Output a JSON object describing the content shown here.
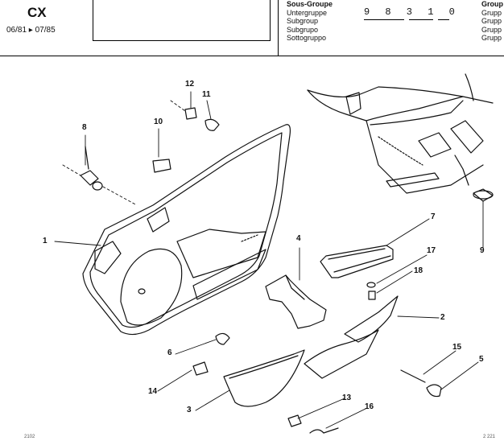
{
  "header": {
    "model": "CX",
    "years": "06/81 ▸ 07/85",
    "group_labels": [
      "Sous-Groupe",
      "Untergruppe",
      "Subgroup",
      "Subgrupo",
      "Sottogruppo"
    ],
    "subgroup_code": "9 8 3  1 0 ",
    "right_labels": [
      "Group",
      "Grupp",
      "Grupp",
      "Grupp",
      "Grupp"
    ]
  },
  "callouts": [
    "1",
    "2",
    "3",
    "4",
    "5",
    "6",
    "7",
    "8",
    "9",
    "10",
    "11",
    "12",
    "13",
    "14",
    "15",
    "16",
    "17",
    "18"
  ],
  "footer": {
    "left": "2102",
    "right": "2 221"
  }
}
